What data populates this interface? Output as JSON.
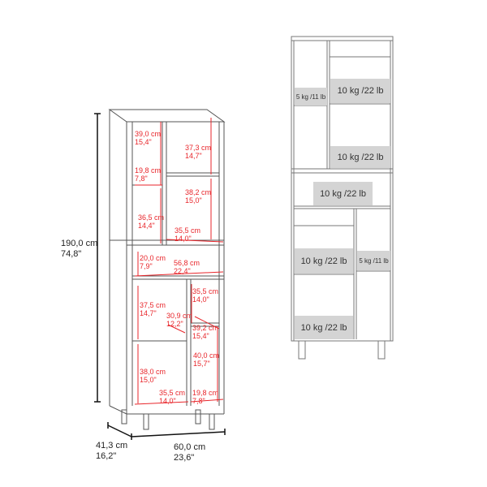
{
  "colors": {
    "outline": "#555555",
    "dimension_red": "#e8262b",
    "load_box": "#d4d4d4",
    "text": "#222222"
  },
  "overall_dimensions": {
    "height": {
      "cm": "190,0 cm",
      "in": "74,8\""
    },
    "depth": {
      "cm": "41,3 cm",
      "in": "16,2\""
    },
    "width": {
      "cm": "60,0 cm",
      "in": "23,6\""
    }
  },
  "interior_dimensions": [
    {
      "cm": "39,0 cm",
      "in": "15,4\""
    },
    {
      "cm": "37,3 cm",
      "in": "14,7\""
    },
    {
      "cm": "19,8 cm",
      "in": "7,8\""
    },
    {
      "cm": "38,2 cm",
      "in": "15,0\""
    },
    {
      "cm": "36,5 cm",
      "in": "14,4\""
    },
    {
      "cm": "35,5 cm",
      "in": "14,0\""
    },
    {
      "cm": "20,0 cm",
      "in": "7,9\""
    },
    {
      "cm": "56,8 cm",
      "in": "22,4\""
    },
    {
      "cm": "35,5 cm",
      "in": "14,0\""
    },
    {
      "cm": "37,5 cm",
      "in": "14,7\""
    },
    {
      "cm": "30,9 cm",
      "in": "12,2\""
    },
    {
      "cm": "39,2 cm",
      "in": "15,4\""
    },
    {
      "cm": "38,0 cm",
      "in": "15,0\""
    },
    {
      "cm": "40,0 cm",
      "in": "15,7\""
    },
    {
      "cm": "35,5 cm",
      "in": "14,0\""
    },
    {
      "cm": "19,8 cm",
      "in": "7,8\""
    }
  ],
  "load_capacities": [
    {
      "label": "5 kg /11 lb"
    },
    {
      "label": "10 kg /22 lb"
    },
    {
      "label": "10 kg /22 lb"
    },
    {
      "label": "10 kg /22 lb"
    },
    {
      "label": "10 kg /22 lb"
    },
    {
      "label": "5 kg /11 lb"
    },
    {
      "label": "10 kg /22 lb"
    }
  ]
}
